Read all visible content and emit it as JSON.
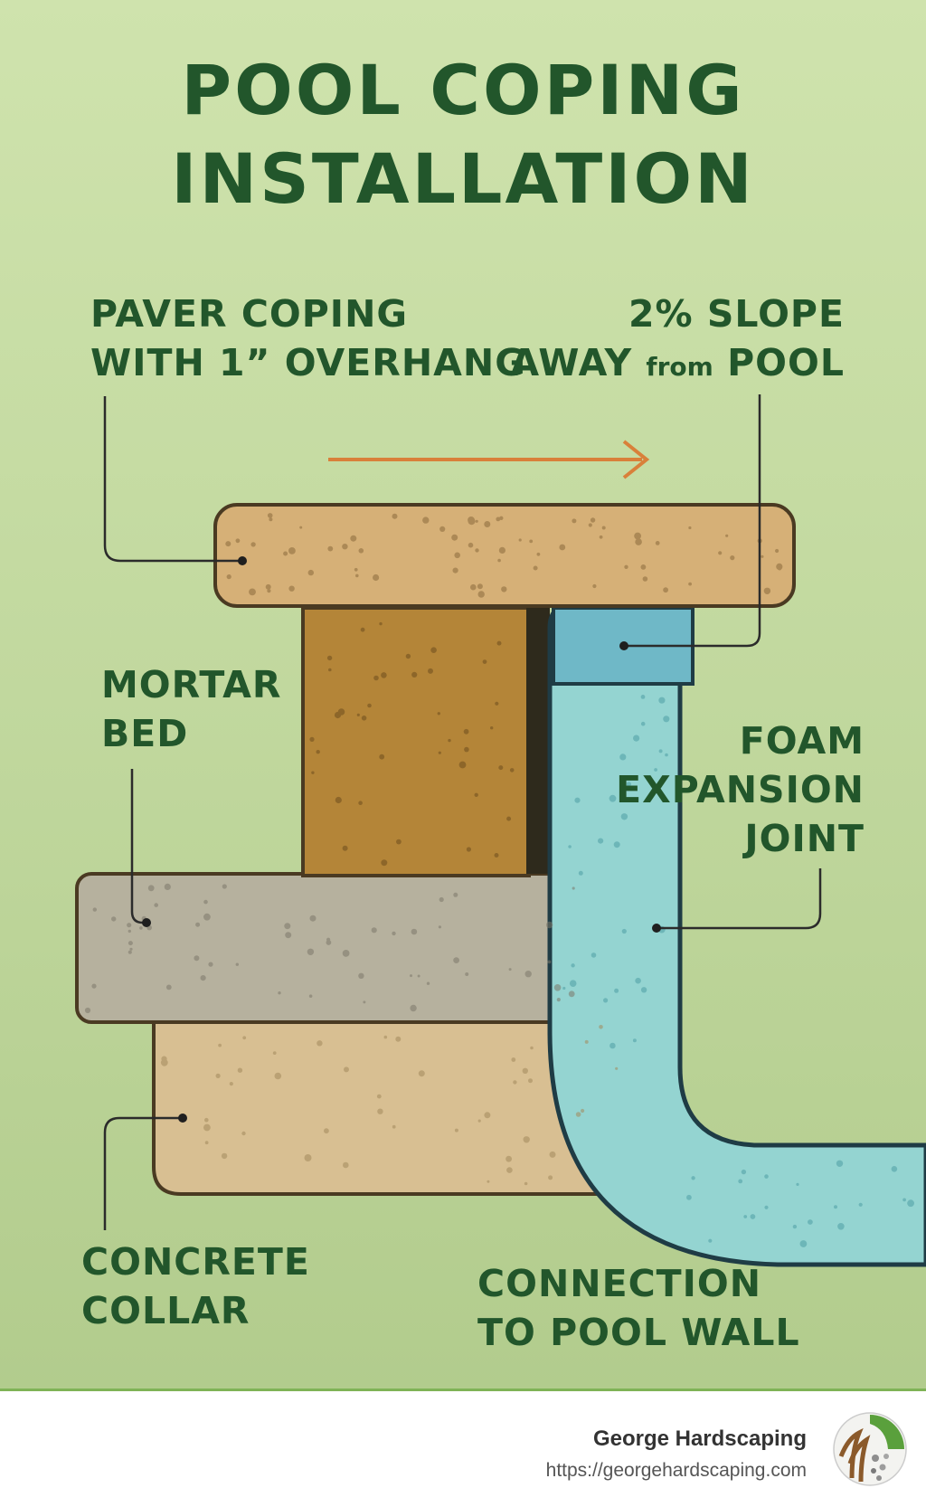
{
  "title": {
    "line1": "POOL COPING",
    "line2": "INSTALLATION"
  },
  "labels": {
    "paver": {
      "line1": "PAVER COPING",
      "line2": "WITH 1” OVERHANG"
    },
    "slope": {
      "line1": "2% SLOPE",
      "line2_a": "AWAY ",
      "line2_b": "from",
      "line2_c": " POOL"
    },
    "mortar": {
      "line1": "MORTAR",
      "line2": "BED"
    },
    "foam": {
      "line1": "FOAM",
      "line2": "EXPANSION",
      "line3": "JOINT"
    },
    "collar": {
      "line1": "CONCRETE",
      "line2": "COLLAR"
    },
    "connection": {
      "line1": "CONNECTION",
      "line2": "TO POOL WALL"
    }
  },
  "footer": {
    "company": "George Hardscaping",
    "url": "https://georgehardscaping.com"
  },
  "colors": {
    "background": "#c5dca3",
    "title": "#22562b",
    "arrow": "#d9803a",
    "paver": "#d6b077",
    "mortar": "#b48538",
    "collar": "#b6b19e",
    "base": "#d8bf92",
    "pool_wall": "#94d4d1",
    "foam_joint": "#6fb8c7",
    "outline": "#4a3a22"
  }
}
